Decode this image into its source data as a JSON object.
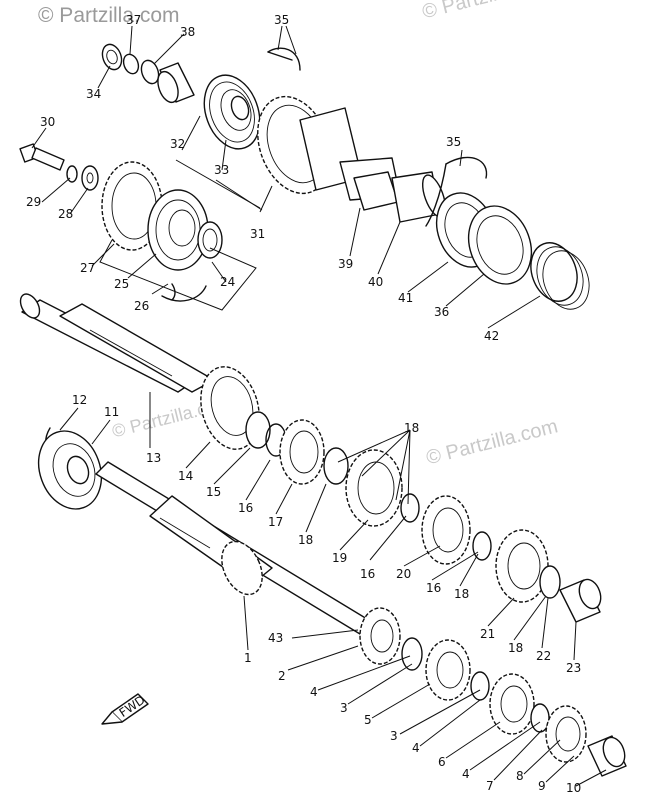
{
  "watermarks": {
    "top_left": "© Partzilla.com",
    "top_right": "© Partzilla.com",
    "mid_left": "© Partzilla.com",
    "mid_right": "© Partzilla.com"
  },
  "fwd_marker": "FWD",
  "callouts": {
    "c1": "1",
    "c2": "2",
    "c3a": "3",
    "c3b": "3",
    "c4a": "4",
    "c4b": "4",
    "c4c": "4",
    "c5": "5",
    "c6": "6",
    "c7": "7",
    "c8": "8",
    "c9": "9",
    "c10": "10",
    "c11": "11",
    "c12": "12",
    "c13": "13",
    "c14": "14",
    "c15": "15",
    "c16a": "16",
    "c16b": "16",
    "c16c": "16",
    "c17": "17",
    "c18a": "18",
    "c18b": "18",
    "c18c": "18",
    "c18d": "18",
    "c19": "19",
    "c20": "20",
    "c21": "21",
    "c22": "22",
    "c23": "23",
    "c24": "24",
    "c25": "25",
    "c26": "26",
    "c27": "27",
    "c28": "28",
    "c29": "29",
    "c30": "30",
    "c31": "31",
    "c32": "32",
    "c33": "33",
    "c34": "34",
    "c35a": "35",
    "c35b": "35",
    "c36": "36",
    "c37": "37",
    "c38": "38",
    "c39": "39",
    "c40": "40",
    "c41": "41",
    "c42": "42",
    "c43": "43"
  }
}
